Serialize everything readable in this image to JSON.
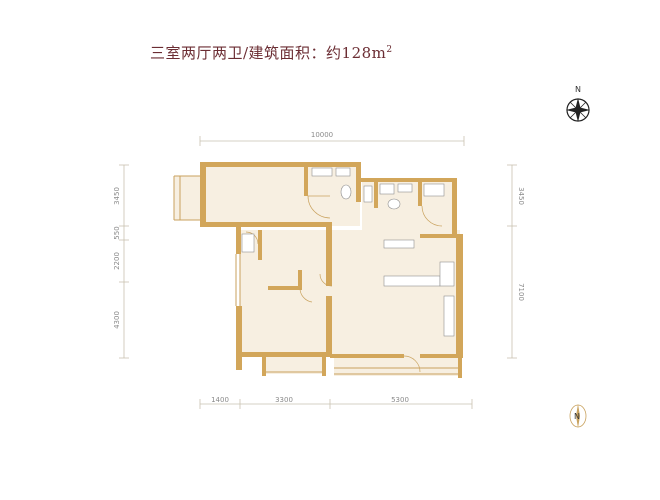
{
  "title": {
    "text": "三室两厅两卫/建筑面积：约128m",
    "sup": "2"
  },
  "compass": {
    "north_label": "N",
    "small_north_label": "N"
  },
  "dimensions": {
    "top": "10000",
    "bottom": [
      "1400",
      "3300",
      "5300"
    ],
    "left": [
      "3450",
      "550",
      "2200",
      "4300"
    ],
    "right": [
      "3450",
      "7100"
    ]
  },
  "colors": {
    "wall": "#d2a65a",
    "floor": "#f7efe1",
    "title": "#6b2d33"
  }
}
